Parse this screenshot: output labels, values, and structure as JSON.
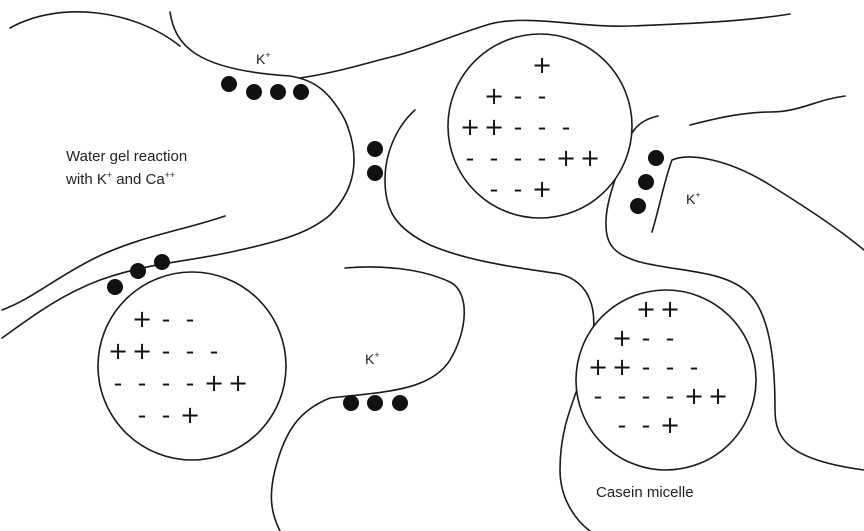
{
  "labels": {
    "water_gel_line1": "Water gel reaction",
    "water_gel_line2_prefix": "with K",
    "water_gel_line2_k_sup": "+",
    "water_gel_line2_mid": " and Ca",
    "water_gel_line2_ca_sup": "++",
    "casein_micelle": "Casein micelle"
  },
  "ions": [
    {
      "symbol": "K",
      "charge": "+"
    },
    {
      "symbol": "K",
      "charge": "+"
    },
    {
      "symbol": "K",
      "charge": "+"
    }
  ],
  "micelles": [
    {
      "rows": [
        [
          "+"
        ],
        [
          "+",
          "-",
          "-"
        ],
        [
          "+",
          "+",
          "-",
          "-",
          "-"
        ],
        [
          "-",
          "-",
          "-",
          "-",
          "+",
          "+"
        ],
        [
          "-",
          "-",
          "+"
        ]
      ]
    },
    {
      "rows": [
        [
          "+",
          "-",
          "-"
        ],
        [
          "+",
          "+",
          "-",
          "-",
          "-"
        ],
        [
          "-",
          "-",
          "-",
          "-",
          "+",
          "+"
        ],
        [
          "-",
          "-",
          "+"
        ]
      ]
    },
    {
      "rows": [
        [
          "+",
          "+"
        ],
        [
          "+",
          "-",
          "-"
        ],
        [
          "+",
          "+",
          "-",
          "-",
          "-"
        ],
        [
          "-",
          "-",
          "-",
          "-",
          "+",
          "+"
        ],
        [
          "-",
          "-",
          "+"
        ]
      ]
    }
  ]
}
